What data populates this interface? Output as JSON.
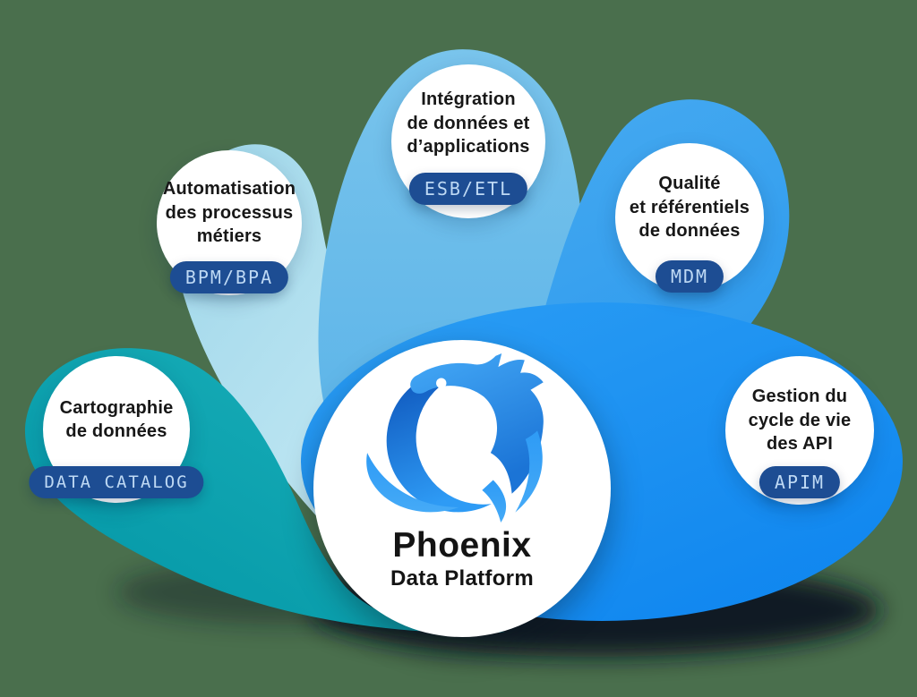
{
  "hub": {
    "title": "Phoenix",
    "subtitle": "Data Platform",
    "logo_icon": "phoenix-bird-swirl"
  },
  "nodes": [
    {
      "id": "data-catalog",
      "label": "Cartographie\nde données",
      "badge": "DATA CATALOG"
    },
    {
      "id": "bpm-bpa",
      "label": "Automatisation\ndes processus\nmétiers",
      "badge": "BPM/BPA"
    },
    {
      "id": "esb-etl",
      "label": "Intégration\nde données et\nd’applications",
      "badge": "ESB/ETL"
    },
    {
      "id": "mdm",
      "label": "Qualité\net référentiels\nde données",
      "badge": "MDM"
    },
    {
      "id": "apim",
      "label": "Gestion du\ncycle de vie\ndes API",
      "badge": "APIM"
    }
  ],
  "colors": {
    "background": "#4A6F4D",
    "petal_light_a": "#9ED6E9",
    "petal_light_b": "#C6EAF5",
    "petal_teal_a": "#0295A5",
    "petal_teal_b": "#1CB2BB",
    "petal_top_a": "#79C4EC",
    "petal_top_b": "#4FADE7",
    "petal_ur_a": "#46AAF0",
    "petal_ur_b": "#2F9BEE",
    "petal_right_a": "#2C9EF4",
    "petal_right_b": "#0F86EF",
    "badge_bg": "#1D4D93",
    "badge_text": "#BED9F4",
    "label_text": "#171717",
    "shadow": "#0A1820",
    "logo_dark": "#0D52B8",
    "logo_mid": "#1B74D6",
    "logo_bright": "#2E9BF5",
    "logo_light": "#45AAF7"
  }
}
